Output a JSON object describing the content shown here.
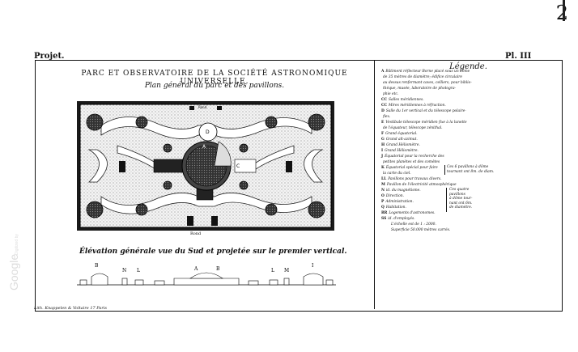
{
  "page_number": "2",
  "header": {
    "left": "Projet.",
    "right": "Pl. III"
  },
  "title": "PARC ET OBSERVATOIRE DE LA SOCIÉTÉ ASTRONOMIQUE UNIVERSELLE.",
  "subtitle": "Plan général du parc et des pavillons.",
  "plan_labels": {
    "top": "Rond",
    "bottom": "Rond"
  },
  "elevation_title": "Élévation générale vue du Sud et projetée sur le premier vertical.",
  "elevation_labels": [
    "B",
    "N",
    "L",
    "A",
    "B",
    "L",
    "M",
    "I"
  ],
  "publisher": "Lith. Knappelen & Voltaire 17 Paris",
  "watermark": {
    "line1": "Digitized by",
    "line2": "Google"
  },
  "legend": {
    "title": "Légende.",
    "items": [
      {
        "key": "A",
        "text": "Bâtiment réflecteur Borne placé sous un dôme"
      },
      {
        "key": "",
        "text": "de 35 mètres de diamètre; édifice circulaire"
      },
      {
        "key": "",
        "text": "au dessus renfermant caves, celliers, pour biblio-"
      },
      {
        "key": "",
        "text": "thèque, musée, laboratoire de photogra-"
      },
      {
        "key": "",
        "text": "phie etc."
      },
      {
        "key": "CC",
        "text": "Salles méridiennes."
      },
      {
        "key": "CC",
        "text": "Mires méridiennes à réfraction."
      },
      {
        "key": "D",
        "text": "Salle du 1er vertical et du télescope polaire-"
      },
      {
        "key": "",
        "text": "flex."
      },
      {
        "key": "E",
        "text": "Vestibule télescope méridien fixe à la lunette"
      },
      {
        "key": "",
        "text": "de l'équateur, télescope zénithal."
      },
      {
        "key": "F",
        "text": "Grand équatorial."
      },
      {
        "key": "G",
        "text": "Grand alt-azimut."
      },
      {
        "key": "H",
        "text": "Grand Héliomètre."
      },
      {
        "key": "I",
        "text": "Grand Héliomètre."
      },
      {
        "key": "J",
        "text": "Équatorial pour la recherche des"
      },
      {
        "key": "",
        "text": "petites planètes et des comètes"
      },
      {
        "key": "K",
        "text": "Équatorial spécial pour faire"
      },
      {
        "key": "",
        "text": "la carte du ciel."
      },
      {
        "key": "LL",
        "text": "Pavillons pour travaux divers."
      },
      {
        "key": "M",
        "text": "Pavillon de l'électricité atmosphérique"
      },
      {
        "key": "N",
        "text": "id. du magnétisme."
      },
      {
        "key": "O",
        "text": "Direction."
      },
      {
        "key": "P",
        "text": "Administration."
      },
      {
        "key": "Q",
        "text": "Habitation."
      },
      {
        "key": "RR",
        "text": "Logements d'astronomes."
      },
      {
        "key": "SS",
        "text": "id. d'employés."
      },
      {
        "key": "",
        "text": "L'échelle est de 1 : 2000."
      },
      {
        "key": "",
        "text": "Superficie 50.000 mètres carrés."
      }
    ],
    "bracket_a": [
      "Ces 6 pavillons à dôme",
      "tournant ont 8m. de diam."
    ],
    "bracket_b": [
      "Ces quatre",
      "pavillons",
      "à dôme tour-",
      "nant ont 6m.",
      "de diamètre."
    ]
  }
}
